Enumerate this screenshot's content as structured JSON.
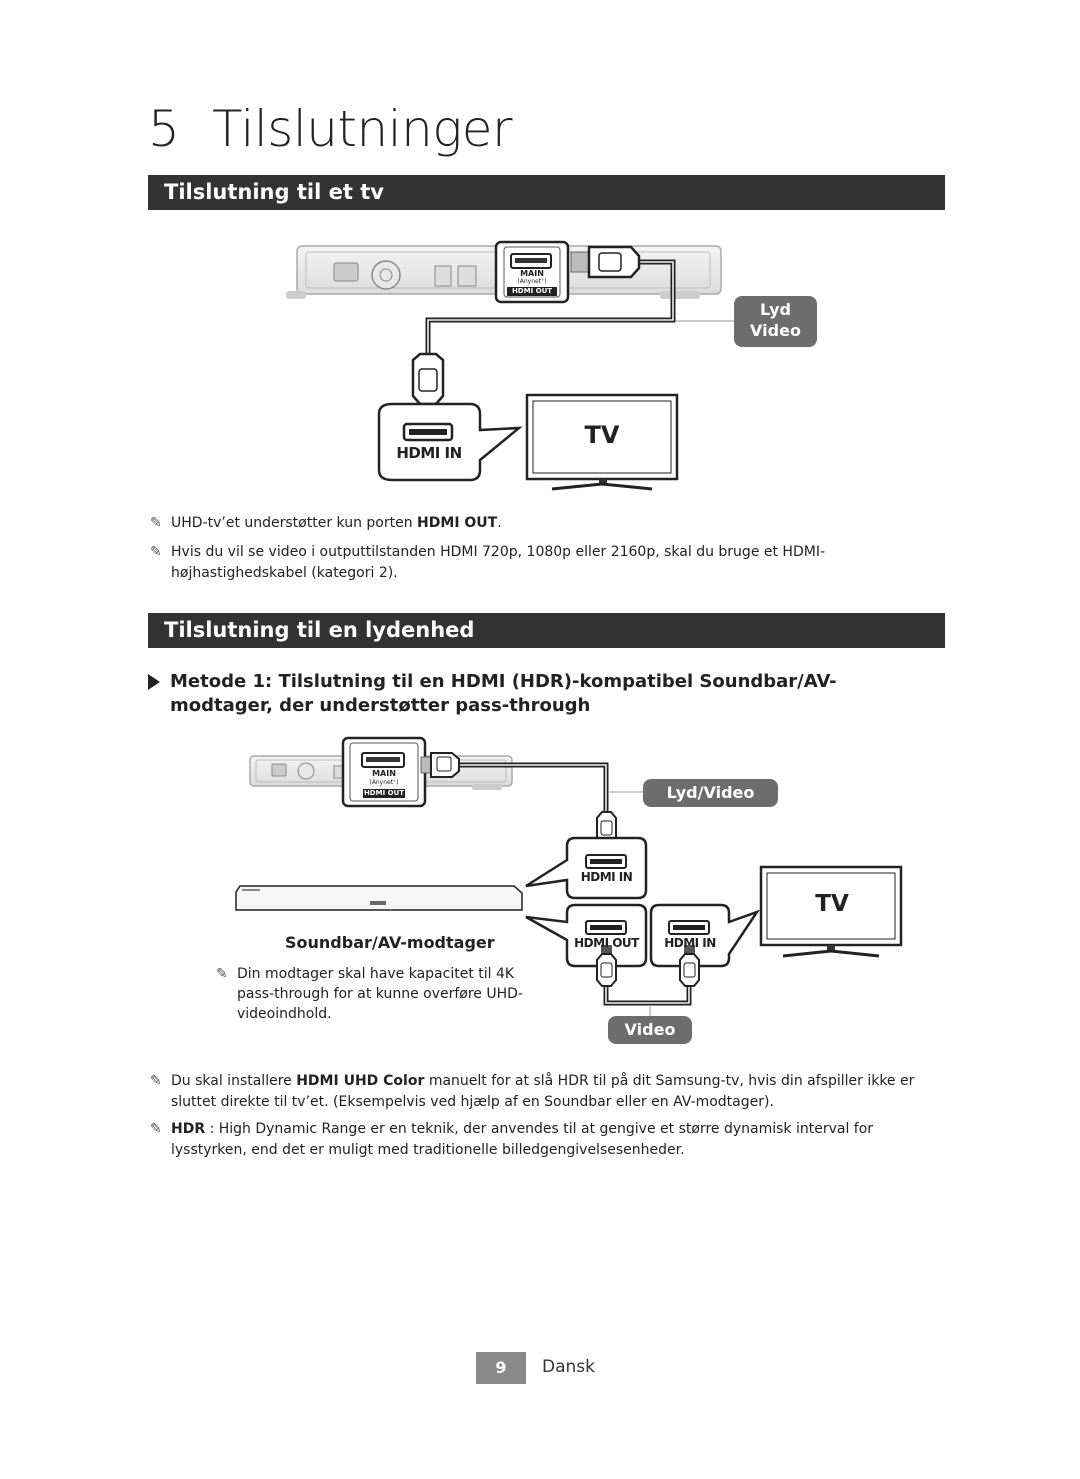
{
  "chapter": {
    "number": "5",
    "title": "Tilslutninger"
  },
  "section1": {
    "title": "Tilslutning til et tv",
    "diagram": {
      "player_port_main": "MAIN",
      "player_port_sub": "(Anynet⁺)",
      "player_port_label": "HDMI OUT",
      "signal_label_1": "Lyd",
      "signal_label_2": "Video",
      "tv_port_label": "HDMI IN",
      "tv_label": "TV"
    },
    "notes": [
      {
        "before": "UHD-tv’et understøtter kun porten ",
        "bold": "HDMI OUT",
        "after": "."
      },
      {
        "text": "Hvis du vil se video i outputtilstanden HDMI 720p, 1080p eller 2160p, skal du bruge et HDMI-højhastighedskabel (kategori 2)."
      }
    ]
  },
  "section2": {
    "title": "Tilslutning til en lydenhed",
    "method": "Metode 1: Tilslutning til en HDMI (HDR)-kompatibel Soundbar/AV-modtager, der understøtter pass-through",
    "diagram": {
      "player_port_main": "MAIN",
      "player_port_sub": "(Anynet⁺)",
      "player_port_label": "HDMI OUT",
      "signal_label_top": "Lyd/Video",
      "receiver_in_label": "HDMI IN",
      "receiver_out_label": "HDMI OUT",
      "tv_in_label": "HDMI IN",
      "tv_label": "TV",
      "signal_label_bottom": "Video",
      "receiver_label": "Soundbar/AV-modtager",
      "receiver_note": "Din modtager skal have kapacitet til 4K pass-through for at kunne overføre UHD-videoindhold."
    },
    "notes": [
      {
        "before": "Du skal installere ",
        "bold": "HDMI UHD Color",
        "after": " manuelt for at slå HDR til på dit Samsung-tv, hvis din afspiller ikke er sluttet direkte til tv’et. (Eksempelvis ved hjælp af en Soundbar eller en AV-modtager)."
      },
      {
        "bold": "HDR",
        "after": " : High Dynamic Range er en teknik, der anvendes til at gengive et større dynamisk interval for lysstyrken, end det er muligt med traditionelle billedgengivelsesenheder."
      }
    ]
  },
  "footer": {
    "page": "9",
    "language": "Dansk"
  },
  "colors": {
    "section_bar": "#333333",
    "signal_badge": "#6d6d6d",
    "page_badge": "#8a8a8a"
  }
}
